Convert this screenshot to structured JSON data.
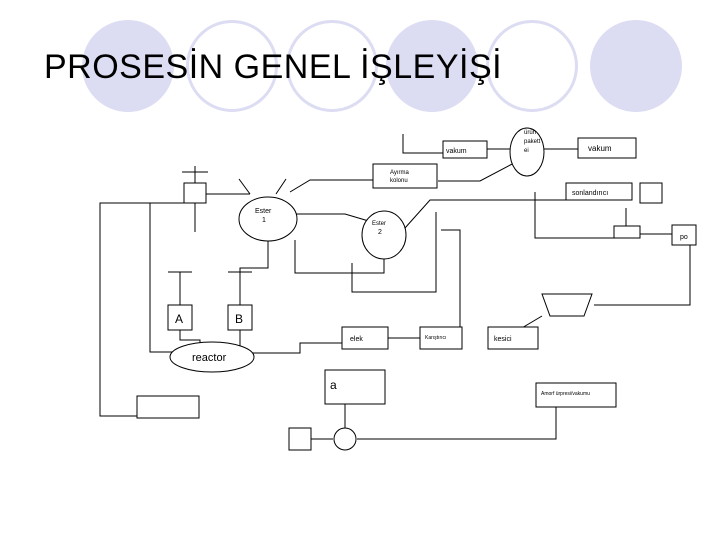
{
  "slide": {
    "title": "PROSESİN GENEL İŞLEYİŞİ",
    "accent_color": "#dcdcf3"
  },
  "diagram": {
    "vakum_left": "vakum",
    "urun_line1": "ürün",
    "urun_line2": "pakett",
    "urun_line3": "ei",
    "vakum_right": "vakum",
    "ayirma_line1": "Ayırma",
    "ayirma_line2": "kolonu",
    "sonlandirici": "sonlandırıcı",
    "ester1_line1": "Ester",
    "ester1_line2": "1",
    "ester2_line1": "Ester",
    "ester2_line2": "2",
    "po": "po",
    "tank_a": "A",
    "tank_b": "B",
    "elek": "elek",
    "karistir": "Karıştırıcı",
    "kesici": "kesici",
    "reactor": "reactor",
    "a_box": "a",
    "amorf": "Amorf ürpresi/vakumu"
  }
}
